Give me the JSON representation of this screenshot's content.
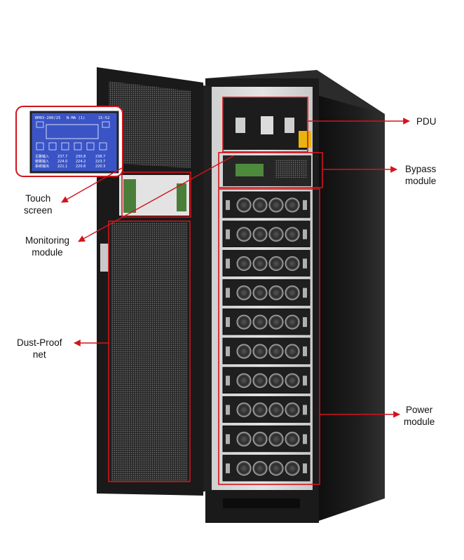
{
  "callouts": {
    "pdu": {
      "line1": "PDU",
      "line2": ""
    },
    "bypass": {
      "line1": "Bypass",
      "line2": "module"
    },
    "touch_screen": {
      "line1": "Touch",
      "line2": "screen"
    },
    "monitoring": {
      "line1": "Monitoring",
      "line2": "module"
    },
    "dust_proof": {
      "line1": "Dust-Proof",
      "line2": "net"
    },
    "power": {
      "line1": "Power",
      "line2": "module"
    }
  },
  "screen": {
    "header_left": "RM03-200/25",
    "header_mid": "N-MA (1)",
    "header_right": "15:52",
    "rows": [
      {
        "label": "主路输入",
        "v1": "237.7",
        "v2": "230.8",
        "v3": "238.7"
      },
      {
        "label": "旁路输入",
        "v1": "224.0",
        "v2": "224.2",
        "v3": "223.7"
      },
      {
        "label": "系统输出",
        "v1": "221.1",
        "v2": "220.6",
        "v3": "220.3"
      }
    ]
  },
  "power_module_count": 10,
  "colors": {
    "annotation": "#d2141c",
    "cabinet": "#151515",
    "screen": "#3a54c6"
  }
}
